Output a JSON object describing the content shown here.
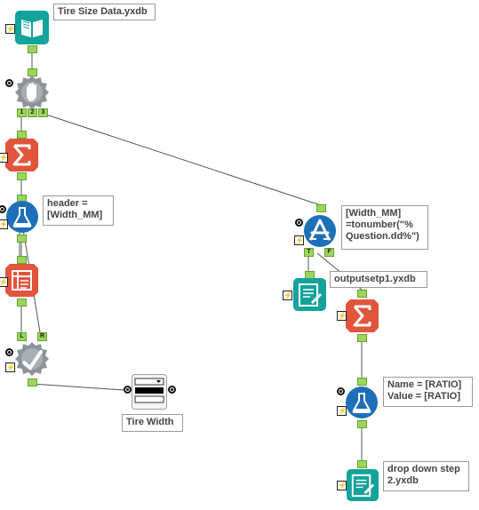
{
  "canvas": {
    "colors": {
      "teal": "#13a39b",
      "gray": "#8c9399",
      "red": "#e0553c",
      "blue": "#1d6fb8",
      "anchor": "#9bd65a",
      "line": "#555555"
    }
  },
  "tools": {
    "input": {
      "label": "Tire Size Data.yxdb",
      "icon": "book-icon"
    },
    "select": {
      "icon": "hand-stop-icon",
      "anchors": [
        "1",
        "2",
        "3"
      ]
    },
    "summarize1": {
      "icon": "sigma-icon"
    },
    "formula1": {
      "label": "header =\n[Width_MM]",
      "icon": "flask-icon"
    },
    "crosstab": {
      "icon": "crosstab-icon"
    },
    "join": {
      "icon": "check-gear-icon",
      "anchors": [
        "L",
        "R"
      ]
    },
    "dropdown": {
      "label": "Tire Width",
      "icon": "dropdown-icon"
    },
    "filter": {
      "label": "[Width_MM]\n=tonumber(\"%\nQuestion.dd%\")",
      "icon": "filter-icon",
      "anchors": [
        "T",
        "F"
      ]
    },
    "output1": {
      "label": "outputsetp1.yxdb",
      "icon": "output-icon"
    },
    "summarize2": {
      "icon": "sigma-icon"
    },
    "formula2": {
      "label": "Name = [RATIO]\nValue = [RATIO]",
      "icon": "flask-icon"
    },
    "output2": {
      "label": "drop down step\n2.yxdb",
      "icon": "output-icon"
    }
  }
}
